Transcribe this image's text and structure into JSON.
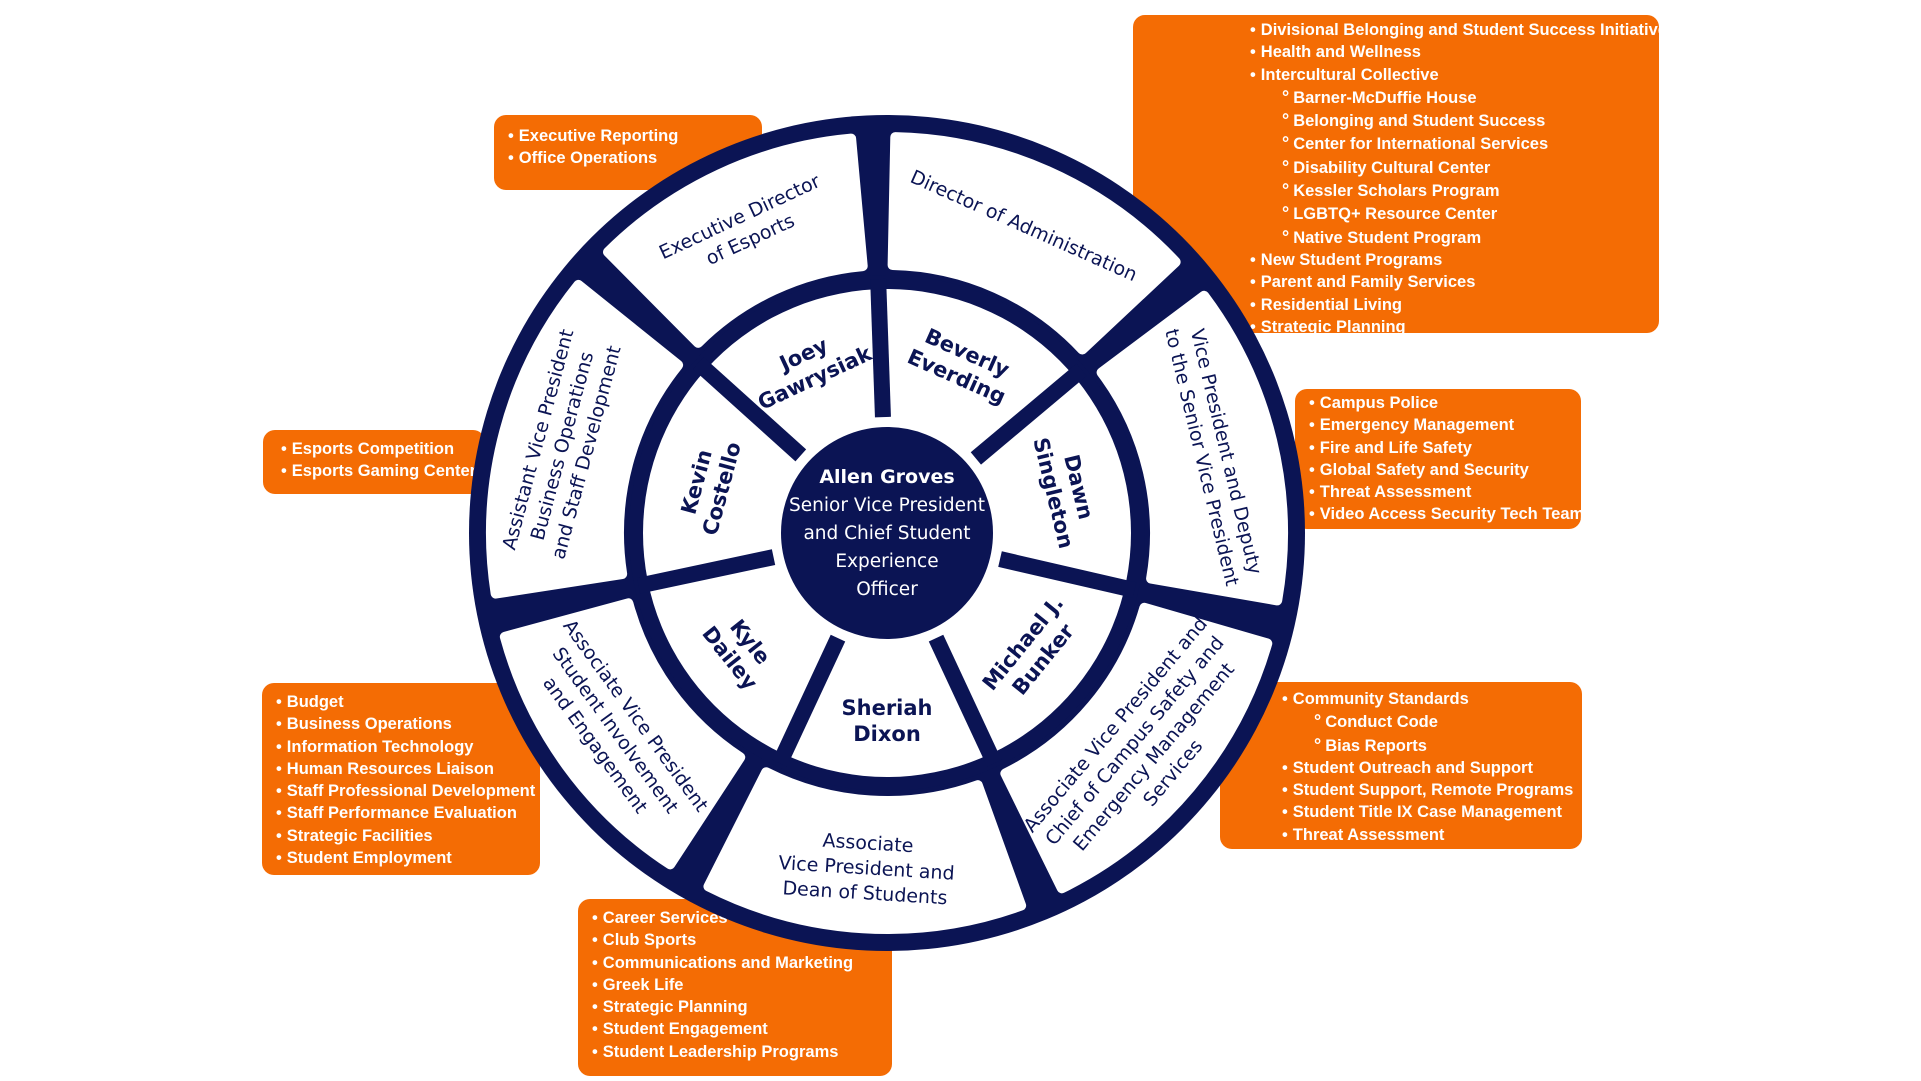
{
  "colors": {
    "navy": "#0b1454",
    "orange": "#f46c04",
    "white": "#ffffff"
  },
  "center": {
    "name": "Allen Groves",
    "title_lines": [
      "Senior Vice President",
      "and Chief Student",
      "Experience",
      "Officer"
    ]
  },
  "inner_ring": [
    {
      "first": "Beverly",
      "last": "Everding"
    },
    {
      "first": "Dawn",
      "last": "Singleton"
    },
    {
      "first": "Michael J.",
      "last": "Bunker"
    },
    {
      "first": "Sheriah",
      "last": "Dixon"
    },
    {
      "first": "Kyle",
      "last": "Dailey"
    },
    {
      "first": "Kevin",
      "last": "Costello"
    },
    {
      "first": "Joey",
      "last": "Gawrysiak"
    }
  ],
  "outer_ring": [
    {
      "lines": [
        "Director of Administration"
      ]
    },
    {
      "lines": [
        "Vice President and Deputy",
        "to the Senior Vice President"
      ]
    },
    {
      "lines": [
        "Associate Vice President and",
        "Chief of Campus Safety and",
        "Emergency Management",
        "Services"
      ]
    },
    {
      "lines": [
        "Associate",
        "Vice President and",
        "Dean of Students"
      ]
    },
    {
      "lines": [
        "Associate Vice  President",
        "Student Involvement",
        "and Engagement"
      ]
    },
    {
      "lines": [
        "Assistant Vice President",
        "Business Operations",
        "and Staff Development"
      ]
    },
    {
      "lines": [
        "Executive Director",
        "of Esports"
      ]
    }
  ],
  "boxes": {
    "administration": {
      "items": [
        {
          "text": "Executive Reporting",
          "level": 1
        },
        {
          "text": "Office Operations",
          "level": 1
        }
      ]
    },
    "deputy": {
      "items": [
        {
          "text": "Divisional Belonging and Student Success Initiatives",
          "level": 1
        },
        {
          "text": "Health and Wellness",
          "level": 1
        },
        {
          "text": "Intercultural Collective",
          "level": 1
        },
        {
          "text": "Barner-McDuffie House",
          "level": 2
        },
        {
          "text": "Belonging and Student Success",
          "level": 2
        },
        {
          "text": "Center for International Services",
          "level": 2
        },
        {
          "text": "Disability Cultural Center",
          "level": 2
        },
        {
          "text": "Kessler Scholars Program",
          "level": 2
        },
        {
          "text": "LGBTQ+ Resource Center",
          "level": 2
        },
        {
          "text": "Native Student Program",
          "level": 2
        },
        {
          "text": "New Student Programs",
          "level": 1
        },
        {
          "text": "Parent and Family Services",
          "level": 1
        },
        {
          "text": "Residential Living",
          "level": 1
        },
        {
          "text": "Strategic Planning",
          "level": 1
        }
      ]
    },
    "safety": {
      "items": [
        {
          "text": "Campus Police",
          "level": 1
        },
        {
          "text": "Emergency Management",
          "level": 1
        },
        {
          "text": "Fire and Life Safety",
          "level": 1
        },
        {
          "text": "Global Safety and Security",
          "level": 1
        },
        {
          "text": "Threat Assessment",
          "level": 1
        },
        {
          "text": "Video Access Security Tech Team",
          "level": 1
        }
      ]
    },
    "dean": {
      "items": [
        {
          "text": "Community Standards",
          "level": 1
        },
        {
          "text": "Conduct Code",
          "level": 2
        },
        {
          "text": "Bias Reports",
          "level": 2
        },
        {
          "text": "Student Outreach and Support",
          "level": 1
        },
        {
          "text": "Student Support, Remote Programs",
          "level": 1
        },
        {
          "text": "Student Title IX Case Management",
          "level": 1
        },
        {
          "text": "Threat Assessment",
          "level": 1
        }
      ]
    },
    "involvement": {
      "items": [
        {
          "text": "Career Services",
          "level": 1
        },
        {
          "text": "Club Sports",
          "level": 1
        },
        {
          "text": "Communications and Marketing",
          "level": 1
        },
        {
          "text": "Greek Life",
          "level": 1
        },
        {
          "text": "Strategic Planning",
          "level": 1
        },
        {
          "text": "Student Engagement",
          "level": 1
        },
        {
          "text": "Student Leadership Programs",
          "level": 1
        }
      ]
    },
    "business": {
      "items": [
        {
          "text": "Budget",
          "level": 1
        },
        {
          "text": "Business Operations",
          "level": 1
        },
        {
          "text": "Information Technology",
          "level": 1
        },
        {
          "text": "Human Resources Liaison",
          "level": 1
        },
        {
          "text": "Staff Professional Development",
          "level": 1
        },
        {
          "text": "Staff Performance Evaluation",
          "level": 1
        },
        {
          "text": "Strategic Facilities",
          "level": 1
        },
        {
          "text": "Student Employment",
          "level": 1
        }
      ]
    },
    "esports": {
      "items": [
        {
          "text": "Esports Competition",
          "level": 1
        },
        {
          "text": "Esports Gaming Centers",
          "level": 1
        }
      ]
    }
  }
}
